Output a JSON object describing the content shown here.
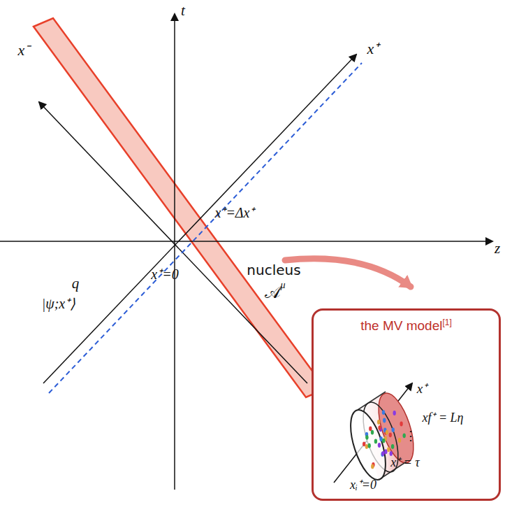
{
  "diagram": {
    "nodes": [
      {
        "text": [
          "the MV model",
          "[1]"
        ]
      }
    ],
    "labels": [
      "t",
      "z",
      "x⁻",
      "x⁺",
      "x⁺=Δx⁺",
      "x⁺=0",
      "q",
      "|ψ;x⁺⟩",
      "nucleus",
      "𝒜",
      "μ",
      "x⁺",
      "xf⁺ = Lη",
      "⋮",
      "x⁺ = τ",
      "xᵢ⁺=0"
    ]
  }
}
